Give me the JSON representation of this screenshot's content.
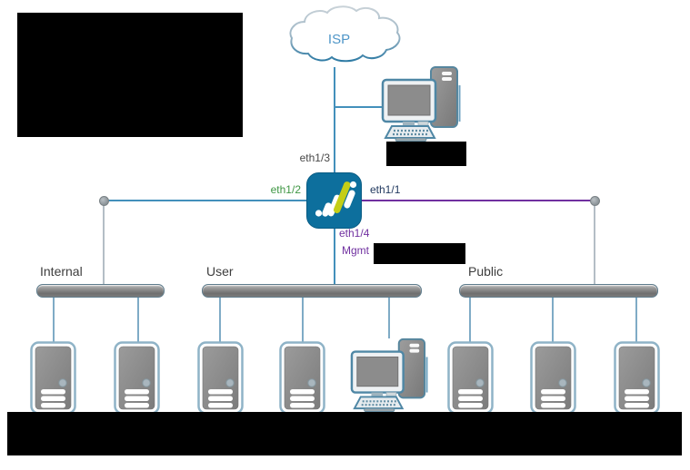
{
  "cloud": {
    "label": "ISP"
  },
  "interfaces": {
    "eth13": "eth1/3",
    "eth12": "eth1/2",
    "eth11": "eth1/1",
    "eth14": "eth1/4",
    "mgmt": "Mgmt"
  },
  "segments": [
    {
      "label": "Internal",
      "server_count": 2
    },
    {
      "label": "User",
      "server_count": 2,
      "has_workstation": true
    },
    {
      "label": "Public",
      "server_count": 3
    }
  ],
  "icons": {
    "cloud": "isp-cloud-icon",
    "firewall": "firewall-icon",
    "workstation": "workstation-icon",
    "server": "server-icon"
  },
  "colors": {
    "link_blue": "#4390bb",
    "link_purple": "#7030a0",
    "link_gray": "#b4bec6",
    "drop_line": "#7fabc6",
    "label_eth13": "#474747",
    "label_eth12": "#3e9643",
    "label_eth11": "#21395f",
    "label_eth14": "#7030a0",
    "label_mgmt": "#7030a0",
    "cloud_text": "#4f96c8",
    "firewall_body": "#0d6f9d",
    "firewall_accent": "#c4ce17"
  }
}
